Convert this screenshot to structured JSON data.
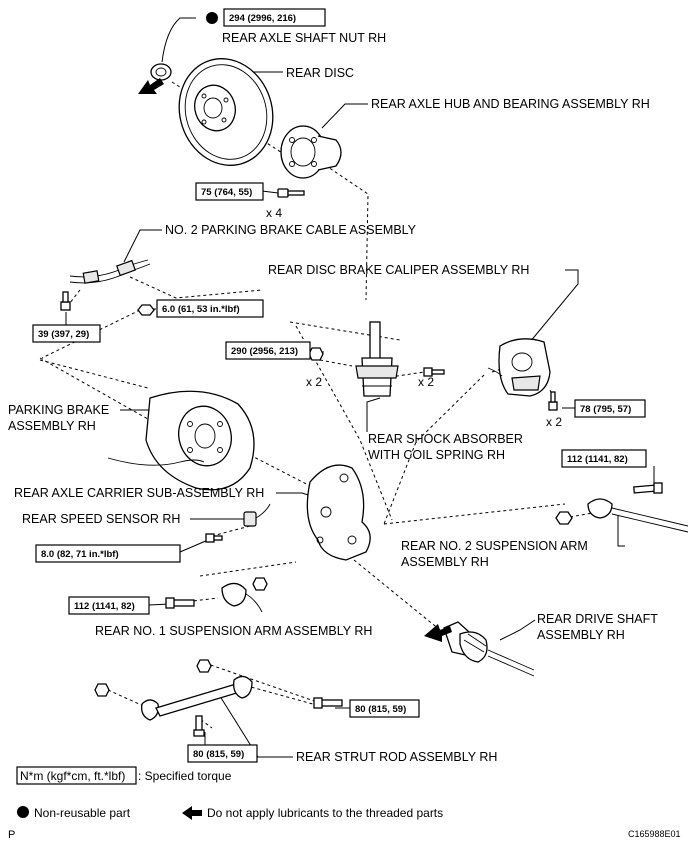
{
  "labels": {
    "nut": "REAR AXLE SHAFT NUT RH",
    "disc": "REAR DISC",
    "hub": "REAR AXLE HUB AND BEARING ASSEMBLY RH",
    "cable": "NO. 2 PARKING BRAKE CABLE ASSEMBLY",
    "caliper": "REAR DISC BRAKE CALIPER ASSEMBLY RH",
    "parking_brake_1": "PARKING BRAKE",
    "parking_brake_2": "ASSEMBLY RH",
    "shock_1": "REAR SHOCK ABSORBER",
    "shock_2": "WITH COIL SPRING RH",
    "carrier": "REAR AXLE CARRIER SUB-ASSEMBLY RH",
    "sensor": "REAR SPEED SENSOR RH",
    "arm2_1": "REAR NO. 2 SUSPENSION ARM",
    "arm2_2": "ASSEMBLY RH",
    "arm1": "REAR NO. 1 SUSPENSION ARM ASSEMBLY RH",
    "drive_1": "REAR DRIVE SHAFT",
    "drive_2": "ASSEMBLY RH",
    "strut": "REAR STRUT ROD ASSEMBLY RH"
  },
  "torques": {
    "nut": "294 (2996, 216)",
    "hub": "75 (764, 55)",
    "cable_clamp": "6.0 (61, 53 in.*lbf)",
    "cable_bolt": "39 (397, 29)",
    "shock": "290 (2956, 213)",
    "caliper": "78 (795, 57)",
    "arm2": "112 (1141, 82)",
    "sensor": "8.0 (82, 71 in.*lbf)",
    "arm1": "112 (1141, 82)",
    "strut_right": "80 (815, 59)",
    "strut_bottom": "80 (815, 59)"
  },
  "quantities": {
    "hub_bolts": "x 4",
    "shock_nuts": "x 2",
    "shock_bolts": "x 2",
    "caliper_bolts": "x 2"
  },
  "legend": {
    "unit_box": "N*m (kgf*cm, ft.*lbf)",
    "unit_text": ": Specified torque",
    "non_reusable": "Non-reusable part",
    "no_lubricant": "Do not apply lubricants to the threaded parts"
  },
  "footer": {
    "page_letter": "P",
    "figure_id": "C165988E01"
  }
}
